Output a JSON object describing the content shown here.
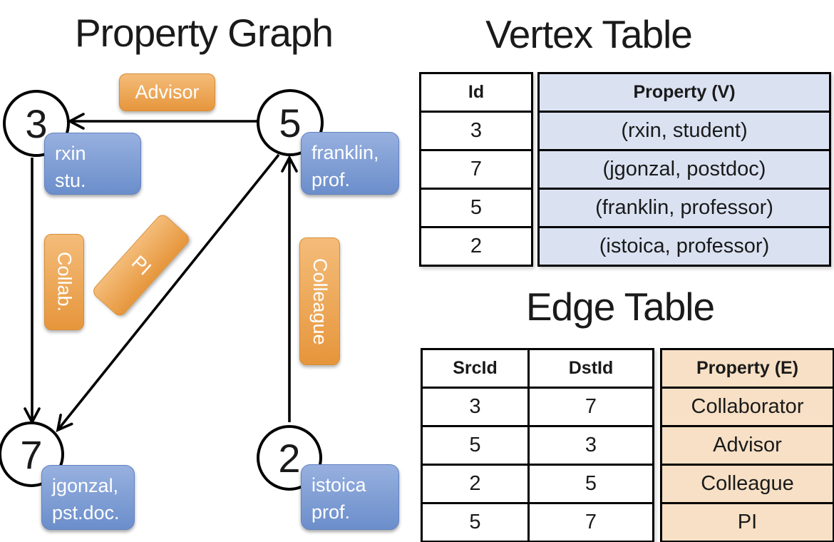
{
  "graph": {
    "title": "Property Graph",
    "nodes": [
      {
        "id": "3",
        "property_line1": "rxin",
        "property_line2": "stu."
      },
      {
        "id": "5",
        "property_line1": "franklin,",
        "property_line2": "prof."
      },
      {
        "id": "7",
        "property_line1": "jgonzal,",
        "property_line2": "pst.doc."
      },
      {
        "id": "2",
        "property_line1": "istoica",
        "property_line2": "prof."
      }
    ],
    "edges": [
      {
        "from": "5",
        "to": "3",
        "label": "Advisor"
      },
      {
        "from": "3",
        "to": "7",
        "label": "Collab."
      },
      {
        "from": "5",
        "to": "7",
        "label": "PI"
      },
      {
        "from": "2",
        "to": "5",
        "label": "Colleague"
      }
    ]
  },
  "vertex_table": {
    "title": "Vertex Table",
    "headers": {
      "id": "Id",
      "property": "Property (V)"
    },
    "rows": [
      {
        "id": "3",
        "property": "(rxin, student)"
      },
      {
        "id": "7",
        "property": "(jgonzal, postdoc)"
      },
      {
        "id": "5",
        "property": "(franklin, professor)"
      },
      {
        "id": "2",
        "property": "(istoica, professor)"
      }
    ]
  },
  "edge_table": {
    "title": "Edge Table",
    "headers": {
      "src": "SrcId",
      "dst": "DstId",
      "property": "Property (E)"
    },
    "rows": [
      {
        "src": "3",
        "dst": "7",
        "property": "Collaborator"
      },
      {
        "src": "5",
        "dst": "3",
        "property": "Advisor"
      },
      {
        "src": "2",
        "dst": "5",
        "property": "Colleague"
      },
      {
        "src": "5",
        "dst": "7",
        "property": "PI"
      }
    ]
  },
  "colors": {
    "orange-top": "#f4bc79",
    "orange-bottom": "#e6963c",
    "orange-border": "#d78d35",
    "blue-top": "#97b0df",
    "blue-bottom": "#6b8ecb",
    "blue-border": "#6282c2",
    "vertex-cell-bg": "#dae2f2",
    "edge-cell-bg": "#f7e0c5",
    "line": "#000000",
    "ink": "#1a1a1a"
  }
}
